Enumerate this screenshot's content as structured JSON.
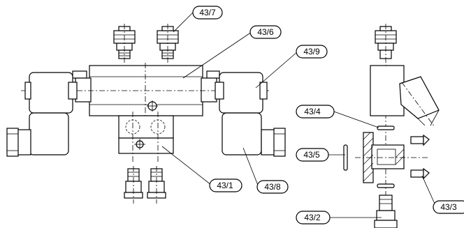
{
  "callouts": [
    {
      "id": "c437",
      "label": "43/7"
    },
    {
      "id": "c436",
      "label": "43/6"
    },
    {
      "id": "c439",
      "label": "43/9"
    },
    {
      "id": "c434",
      "label": "43/4"
    },
    {
      "id": "c435",
      "label": "43/5"
    },
    {
      "id": "c431",
      "label": "43/1"
    },
    {
      "id": "c438",
      "label": "43/8"
    },
    {
      "id": "c432",
      "label": "43/2"
    },
    {
      "id": "c433",
      "label": "43/3"
    }
  ]
}
